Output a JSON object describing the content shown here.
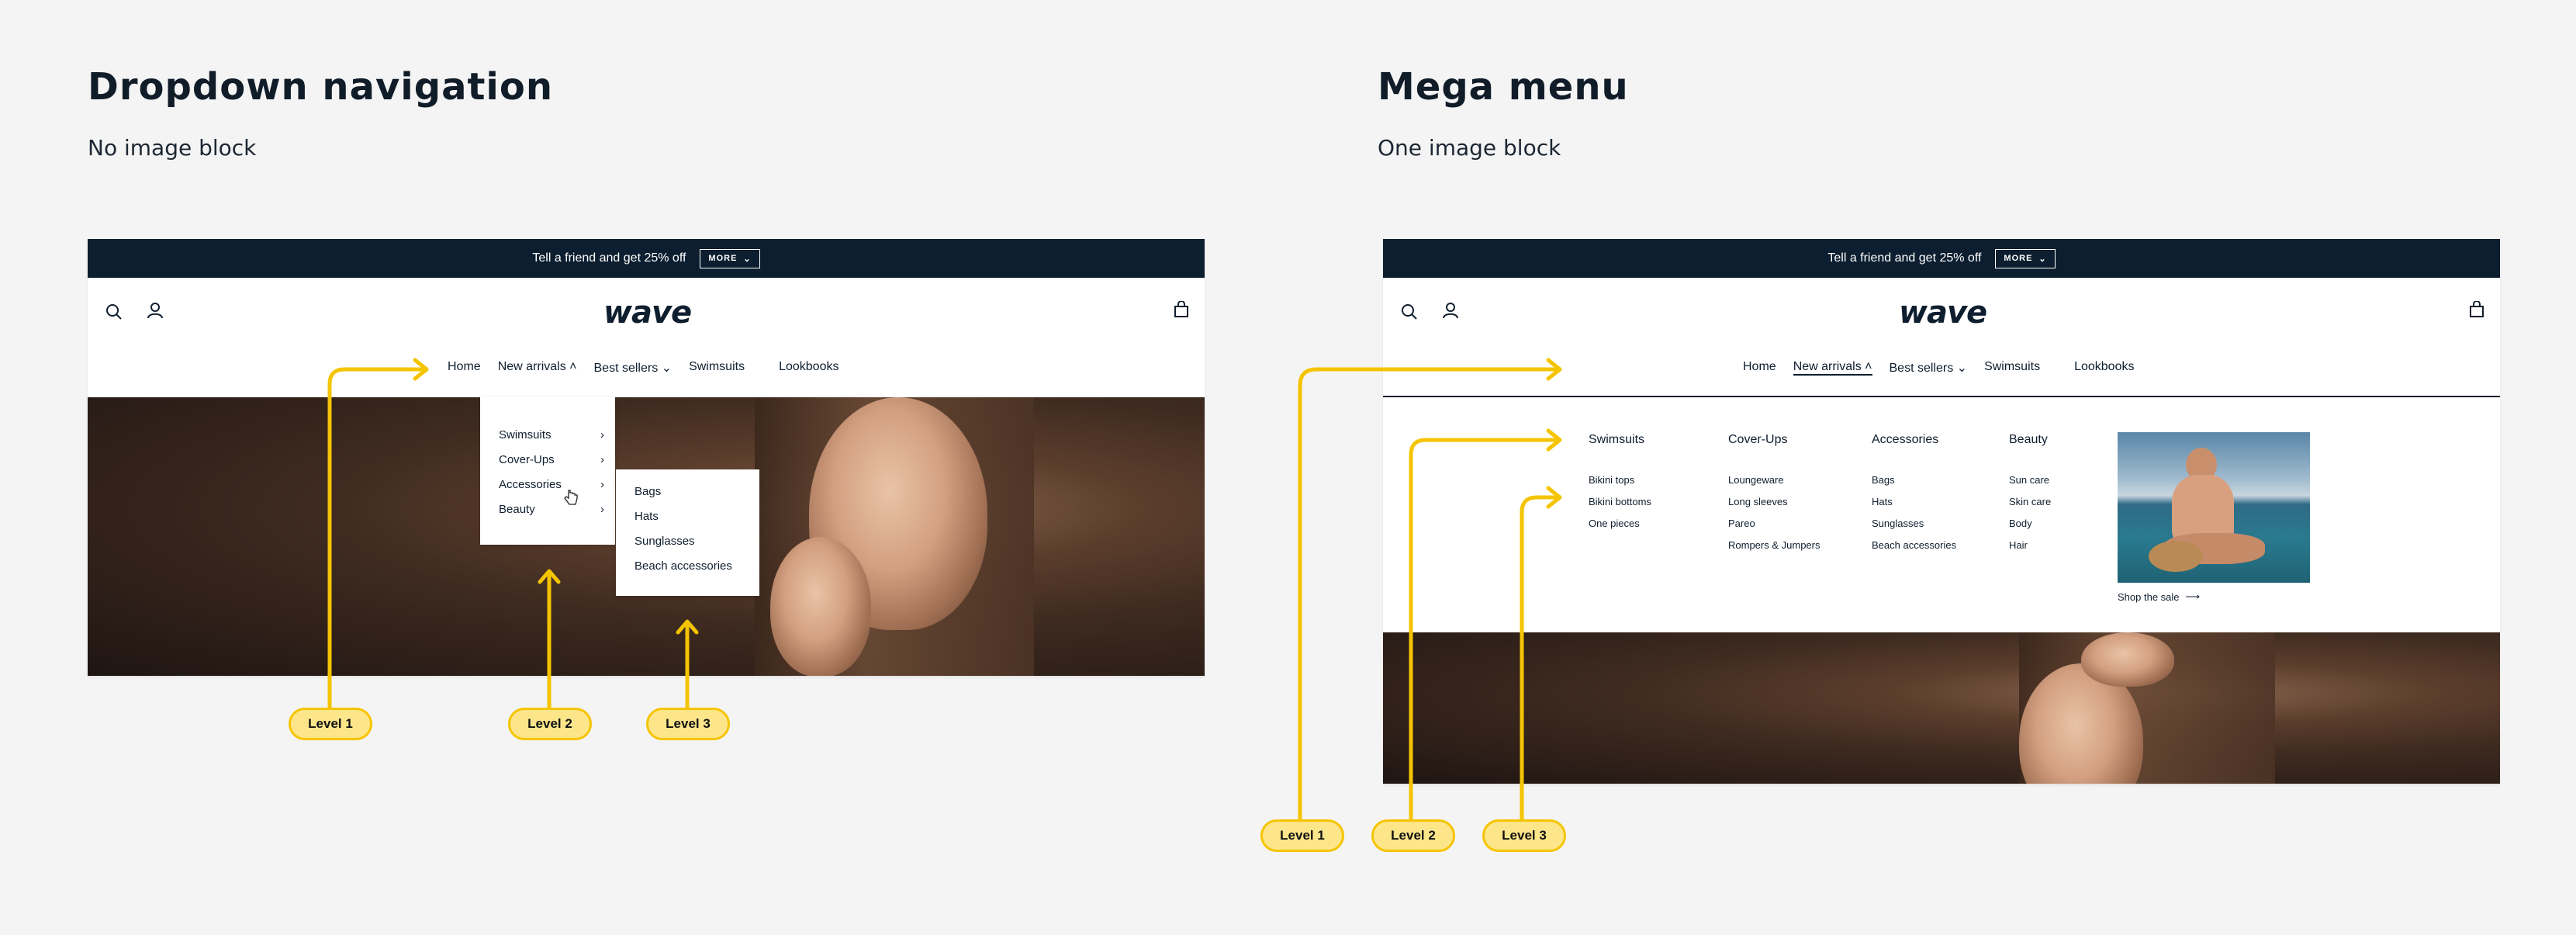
{
  "left": {
    "title": "Dropdown navigation",
    "subtitle": "No image block",
    "announcement": "Tell a friend and get 25% off",
    "more_label": "MORE",
    "logo": "wave",
    "nav": [
      "Home",
      "New arrivals",
      "Best sellers",
      "Swimsuits",
      "Lookbooks"
    ],
    "level2_items": [
      "Swimsuits",
      "Cover-Ups",
      "Accessories",
      "Beauty"
    ],
    "level3_items": [
      "Bags",
      "Hats",
      "Sunglasses",
      "Beach accessories"
    ],
    "labels": [
      "Level 1",
      "Level 2",
      "Level 3"
    ]
  },
  "right": {
    "title": "Mega menu",
    "subtitle": "One image block",
    "announcement": "Tell a friend and get 25% off",
    "more_label": "MORE",
    "logo": "wave",
    "nav": [
      "Home",
      "New arrivals",
      "Best sellers",
      "Swimsuits",
      "Lookbooks"
    ],
    "columns": [
      {
        "heading": "Swimsuits",
        "items": [
          "Bikini tops",
          "Bikini bottoms",
          "One pieces"
        ]
      },
      {
        "heading": "Cover-Ups",
        "items": [
          "Loungeware",
          "Long sleeves",
          "Pareo",
          "Rompers & Jumpers"
        ]
      },
      {
        "heading": "Accessories",
        "items": [
          "Bags",
          "Hats",
          "Sunglasses",
          "Beach accessories"
        ]
      },
      {
        "heading": "Beauty",
        "items": [
          "Sun care",
          "Skin care",
          "Body",
          "Hair"
        ]
      }
    ],
    "shop_link": "Shop the sale",
    "labels": [
      "Level 1",
      "Level 2",
      "Level 3"
    ]
  },
  "colors": {
    "accent_yellow": "#f5c400",
    "pill_fill": "#fde68a",
    "navy": "#0c1e2f"
  },
  "icons": [
    "search-icon",
    "account-icon",
    "cart-icon",
    "chevron-down-icon",
    "chevron-right-icon",
    "arrow-right-icon",
    "hand-cursor-icon"
  ]
}
